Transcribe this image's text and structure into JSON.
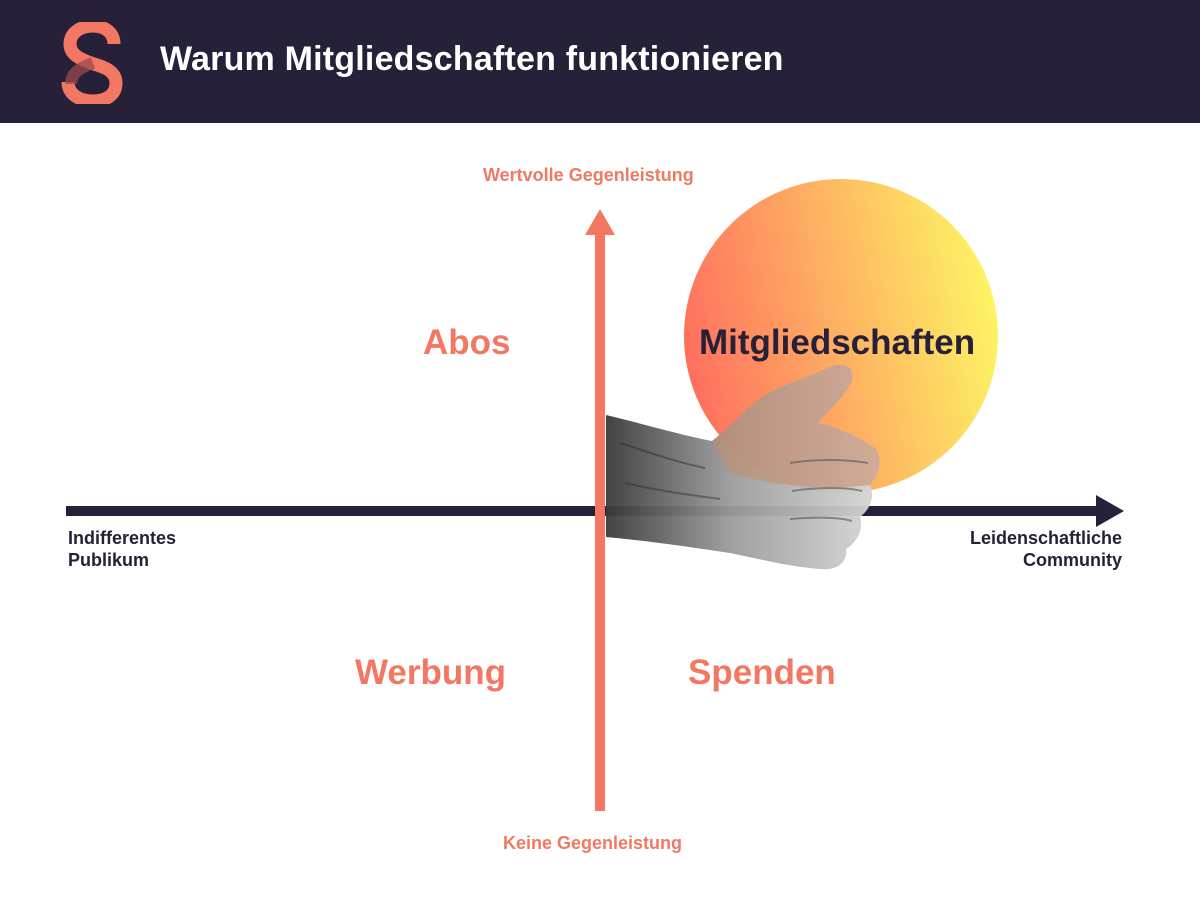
{
  "header": {
    "title": "Warum Mitgliedschaften funktionieren",
    "logo_icon": "brand-s-logo-icon"
  },
  "diagram": {
    "y_axis": {
      "top_label": "Wertvolle Gegenleistung",
      "bottom_label": "Keine Gegenleistung"
    },
    "x_axis": {
      "left_label_line1": "Indifferentes",
      "left_label_line2": "Publikum",
      "right_label_line1": "Leidenschaftliche",
      "right_label_line2": "Community"
    },
    "quadrants": {
      "top_left": "Abos",
      "top_right": "Mitgliedschaften",
      "bottom_left": "Werbung",
      "bottom_right": "Spenden"
    },
    "illustration": "thumbs-up-hand-icon"
  },
  "colors": {
    "navy": "#262038",
    "coral": "#F27863",
    "gradient_start": "#FF6E5F",
    "gradient_end": "#FDF564"
  }
}
